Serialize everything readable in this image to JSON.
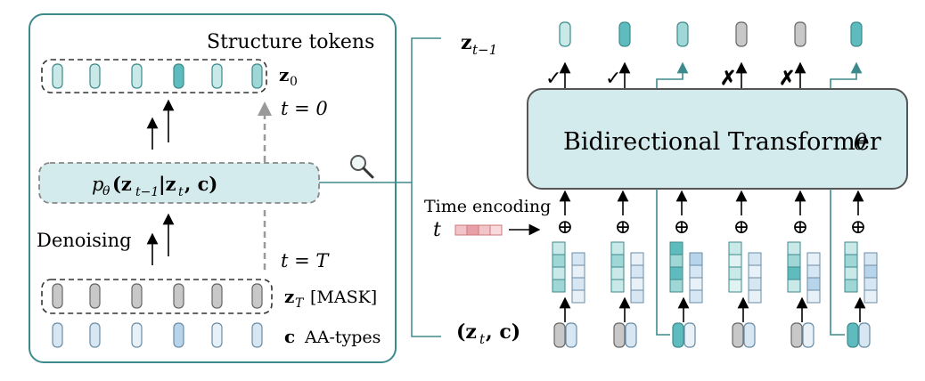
{
  "left_panel": {
    "title": "Structure tokens",
    "z0_label": "z",
    "z0_sub": "0",
    "t0_label": "t = 0",
    "tT_label": "t = T",
    "denoising_label": "Denoising",
    "p_theta_label": "p",
    "p_theta_sub": "θ",
    "p_theta_args": "(z",
    "p_theta_args_sub": "t−1",
    "p_theta_mid": "|z",
    "p_theta_mid_sub": "t",
    "p_theta_end": ", c)",
    "zT_label": "z",
    "zT_sub": "T",
    "zT_mask": "[MASK]",
    "c_label": "c",
    "c_desc": "AA-types"
  },
  "right_panel": {
    "z_tm1_label": "z",
    "z_tm1_sub": "t−1",
    "transformer_label": "Bidirectional Transformer",
    "transformer_theta": "θ",
    "time_encoding_label": "Time encoding",
    "t_symbol": "t",
    "input_label_open": "(z",
    "input_label_sub": "t",
    "input_label_close": ", c)",
    "plus_symbol": "⊕",
    "output_marks": [
      "✓",
      "✓",
      "",
      "✗",
      "✗",
      ""
    ]
  },
  "colors": {
    "teal_dark": "#5fbcbe",
    "teal_light": "#c9e8e8",
    "teal_mid": "#9fd6d6",
    "gray_token": "#c8c8c8",
    "blue_light": "#d6e6f2",
    "blue_mid": "#b8d4ea",
    "panel_border": "#3d8a8c",
    "transformer_fill": "#d3ebed",
    "time_enc": "#e8a0a8"
  }
}
